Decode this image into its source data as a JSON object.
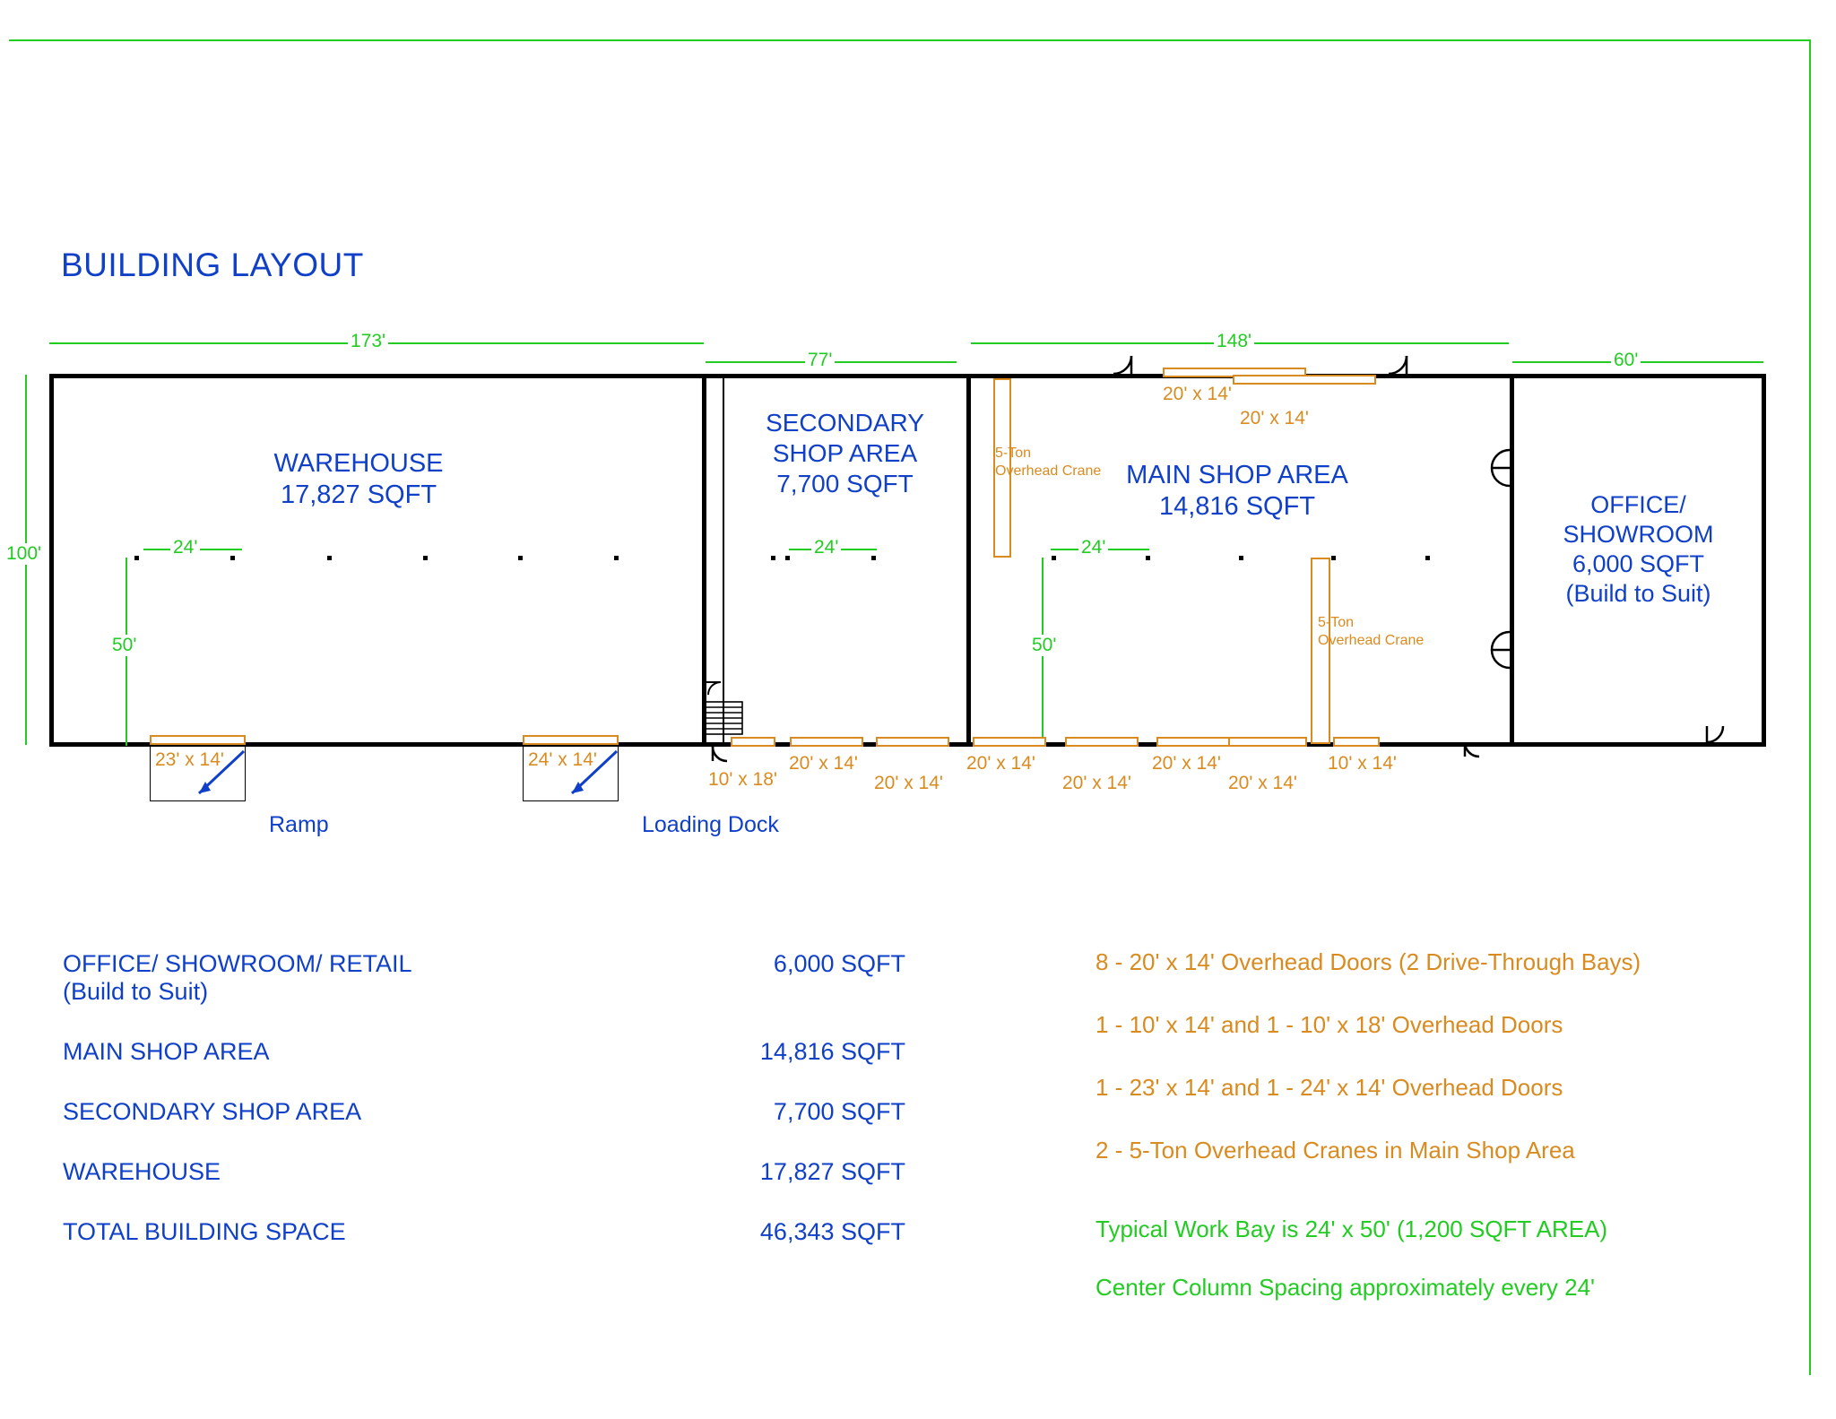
{
  "title": "BUILDING LAYOUT",
  "colors": {
    "blue": "#1040c8",
    "green": "#22cc22",
    "orange": "#d98b20",
    "wall": "#000000"
  },
  "plan": {
    "rooms": [
      {
        "name": "warehouse",
        "label": "WAREHOUSE",
        "area": "17,827 SQFT"
      },
      {
        "name": "secondary-shop",
        "label": "SECONDARY\nSHOP AREA",
        "area": "7,700 SQFT"
      },
      {
        "name": "main-shop",
        "label": "MAIN SHOP AREA",
        "area": "14,816 SQFT"
      },
      {
        "name": "office-showroom",
        "label": "OFFICE/\nSHOWROOM",
        "area": "6,000 SQFT",
        "note": "(Build to Suit)"
      }
    ],
    "room_text": {
      "warehouse_line1": "WAREHOUSE",
      "warehouse_line2": "17,827 SQFT",
      "secondary_line1": "SECONDARY",
      "secondary_line2": "SHOP AREA",
      "secondary_line3": "7,700 SQFT",
      "main_line1": "MAIN SHOP AREA",
      "main_line2": "14,816 SQFT",
      "office_line1": "OFFICE/",
      "office_line2": "SHOWROOM",
      "office_line3": "6,000 SQFT",
      "office_line4": "(Build to Suit)"
    },
    "dimensions": {
      "warehouse_width": "173'",
      "secondary_width": "77'",
      "main_width": "148'",
      "office_width": "60'",
      "building_depth": "100'",
      "bay_width_warehouse": "24'",
      "bay_width_secondary": "24'",
      "bay_width_main": "24'",
      "bay_depth_warehouse": "50'",
      "bay_depth_main": "50'"
    },
    "doors_top": [
      {
        "label": "20' x 14'"
      },
      {
        "label": "20' x 14'"
      }
    ],
    "doors_bottom": [
      {
        "label": "23' x 14'"
      },
      {
        "label": "24' x 14'"
      },
      {
        "label": "10' x 18'"
      },
      {
        "label": "20' x 14'"
      },
      {
        "label": "20' x 14'"
      },
      {
        "label": "20' x 14'"
      },
      {
        "label": "20' x 14'"
      },
      {
        "label": "20' x 14'"
      },
      {
        "label": "20' x 14'"
      },
      {
        "label": "10' x 14'"
      }
    ],
    "cranes": [
      {
        "label_line1": "5-Ton",
        "label_line2": "Overhead Crane"
      },
      {
        "label_line1": "5-Ton",
        "label_line2": "Overhead Crane"
      }
    ],
    "features": [
      {
        "name": "ramp",
        "label": "Ramp",
        "size": "23' x 14'"
      },
      {
        "name": "loading-dock",
        "label": "Loading Dock",
        "size": "24' x 14'"
      }
    ]
  },
  "legend_left": {
    "rows": [
      {
        "name": "OFFICE/ SHOWROOM/ RETAIL\n(Build to Suit)",
        "value": "6,000 SQFT"
      },
      {
        "name": "MAIN SHOP AREA",
        "value": "14,816 SQFT"
      },
      {
        "name": "SECONDARY SHOP AREA",
        "value": "7,700 SQFT"
      },
      {
        "name": "WAREHOUSE",
        "value": "17,827 SQFT"
      },
      {
        "name": "TOTAL BUILDING SPACE",
        "value": "46,343 SQFT"
      }
    ]
  },
  "legend_right": {
    "orange_notes": [
      "8 - 20' x 14' Overhead Doors (2 Drive-Through Bays)",
      "1 - 10' x 14' and 1 - 10' x 18' Overhead Doors",
      "1 - 23' x 14' and 1 - 24' x 14' Overhead Doors",
      "2 - 5-Ton Overhead Cranes in Main Shop Area"
    ],
    "green_notes": [
      "Typical Work Bay is 24' x 50' (1,200 SQFT AREA)",
      "Center Column Spacing approximately every 24'"
    ]
  }
}
